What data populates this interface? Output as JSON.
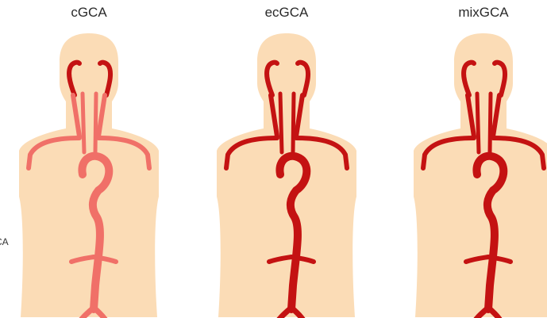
{
  "panels": [
    {
      "title": "cGCA",
      "cranial_color": "#c41212",
      "large_vessel_color": "#f07068"
    },
    {
      "title": "ecGCA",
      "cranial_color": "#c41212",
      "large_vessel_color": "#c41212"
    },
    {
      "title": "mixGCA",
      "cranial_color": "#c41212",
      "large_vessel_color": "#c41212"
    }
  ],
  "side_label": "CA",
  "colors": {
    "skin": "#fbdcb6",
    "background": "#ffffff",
    "text": "#2a2a2a"
  }
}
